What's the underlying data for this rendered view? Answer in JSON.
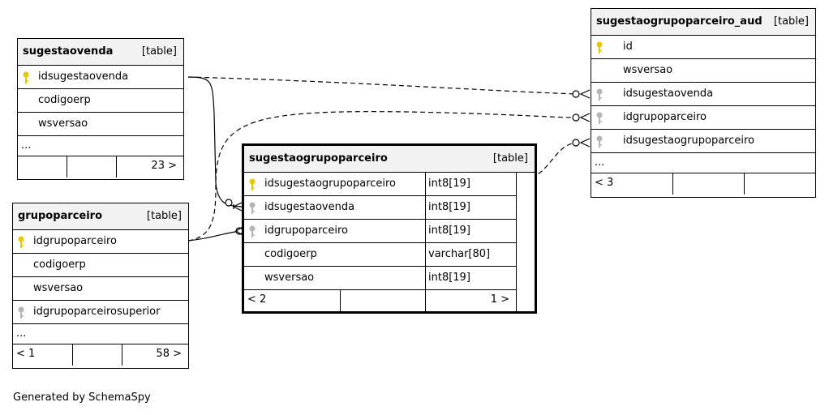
{
  "tables": {
    "sugestaovenda": {
      "name": "sugestaovenda",
      "type": "[table]",
      "columns": [
        "idsugestaovenda",
        "codigoerp",
        "wsversao"
      ],
      "more": "...",
      "footer": {
        "left": "",
        "mid": "",
        "right": "23 >"
      }
    },
    "grupoparceiro": {
      "name": "grupoparceiro",
      "type": "[table]",
      "columns": [
        "idgrupoparceiro",
        "codigoerp",
        "wsversao",
        "idgrupoparceirosuperior"
      ],
      "more": "...",
      "footer": {
        "left": "< 1",
        "mid": "",
        "right": "58 >"
      }
    },
    "sugestaogrupoparceiro": {
      "name": "sugestaogrupoparceiro",
      "type": "[table]",
      "columns": [
        {
          "name": "idsugestaogrupoparceiro",
          "type": "int8[19]"
        },
        {
          "name": "idsugestaovenda",
          "type": "int8[19]"
        },
        {
          "name": "idgrupoparceiro",
          "type": "int8[19]"
        },
        {
          "name": "codigoerp",
          "type": "varchar[80]"
        },
        {
          "name": "wsversao",
          "type": "int8[19]"
        }
      ],
      "footer": {
        "left": "< 2",
        "mid": "",
        "right": "1 >"
      }
    },
    "sugestaogrupoparceiro_aud": {
      "name": "sugestaogrupoparceiro_aud",
      "type": "[table]",
      "columns": [
        "id",
        "wsversao",
        "idsugestaovenda",
        "idgrupoparceiro",
        "idsugestaogrupoparceiro"
      ],
      "more": "...",
      "footer": {
        "left": "< 3",
        "mid": "",
        "right": ""
      }
    }
  },
  "key_colors": {
    "primary": "#e6c700",
    "foreign": "#b5b5b5"
  },
  "footer_note": "Generated by SchemaSpy"
}
